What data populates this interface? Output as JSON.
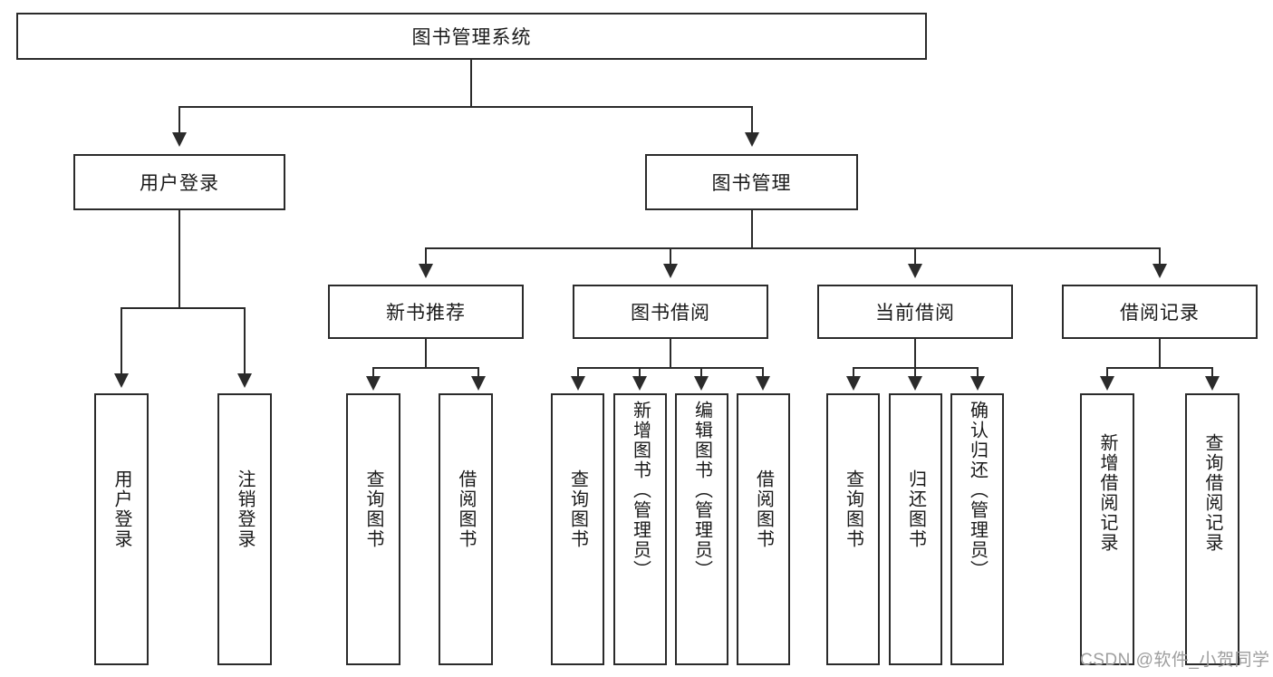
{
  "diagram": {
    "type": "tree-hierarchy",
    "title": "图书管理系统",
    "root": {
      "id": "root",
      "label": "图书管理系统",
      "orientation": "horizontal"
    },
    "level2": [
      {
        "id": "user-login",
        "label": "用户登录",
        "orientation": "horizontal"
      },
      {
        "id": "book-management",
        "label": "图书管理",
        "orientation": "horizontal"
      }
    ],
    "level3": [
      {
        "id": "new-book-recommend",
        "label": "新书推荐",
        "orientation": "horizontal"
      },
      {
        "id": "book-borrow",
        "label": "图书借阅",
        "orientation": "horizontal"
      },
      {
        "id": "current-borrow",
        "label": "当前借阅",
        "orientation": "horizontal"
      },
      {
        "id": "borrow-record",
        "label": "借阅记录",
        "orientation": "horizontal"
      }
    ],
    "leaves": {
      "user_login": [
        {
          "id": "leaf-user-login",
          "label": "用户登录"
        },
        {
          "id": "leaf-logout-login",
          "label": "注销登录"
        }
      ],
      "new_book_recommend": [
        {
          "id": "leaf-query-book-1",
          "label": "查询图书"
        },
        {
          "id": "leaf-borrow-book-1",
          "label": "借阅图书"
        }
      ],
      "book_borrow": [
        {
          "id": "leaf-query-book-2",
          "label": "查询图书"
        },
        {
          "id": "leaf-add-book",
          "label": "新增图书（管理员）"
        },
        {
          "id": "leaf-edit-book",
          "label": "编辑图书（管理员）"
        },
        {
          "id": "leaf-borrow-book-2",
          "label": "借阅图书"
        }
      ],
      "current_borrow": [
        {
          "id": "leaf-query-book-3",
          "label": "查询图书"
        },
        {
          "id": "leaf-return-book",
          "label": "归还图书"
        },
        {
          "id": "leaf-confirm-return",
          "label": "确认归还（管理员）"
        }
      ],
      "borrow_record": [
        {
          "id": "leaf-add-record",
          "label": "新增借阅记录"
        },
        {
          "id": "leaf-query-record",
          "label": "查询借阅记录"
        }
      ]
    }
  },
  "watermark": {
    "text": "CSDN @软件_小贺同学"
  },
  "colors": {
    "stroke": "#2b2b2b",
    "fill": "#ffffff",
    "text": "#1a1a1a",
    "watermark": "#9e9e9e"
  }
}
